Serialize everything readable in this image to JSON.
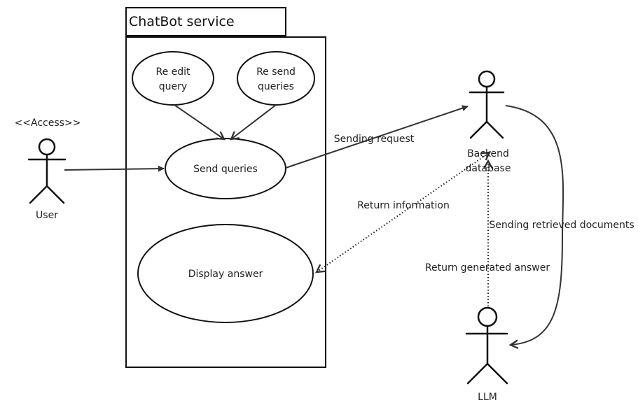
{
  "system": {
    "title": "ChatBot service"
  },
  "stereotype": "<<Access>>",
  "actors": {
    "user": "User",
    "backend": [
      "Backend",
      "database"
    ],
    "llm": "LLM"
  },
  "use_cases": {
    "re_edit": [
      "Re edit",
      "query"
    ],
    "re_send": [
      "Re send",
      "queries"
    ],
    "send_queries": "Send queries",
    "display_answer": "Display answer"
  },
  "edges": {
    "sending_request": "Sending request",
    "return_information": "Return information",
    "sending_retrieved_documents": "Sending retrieved documents",
    "return_generated_answer": "Return generated answer"
  }
}
